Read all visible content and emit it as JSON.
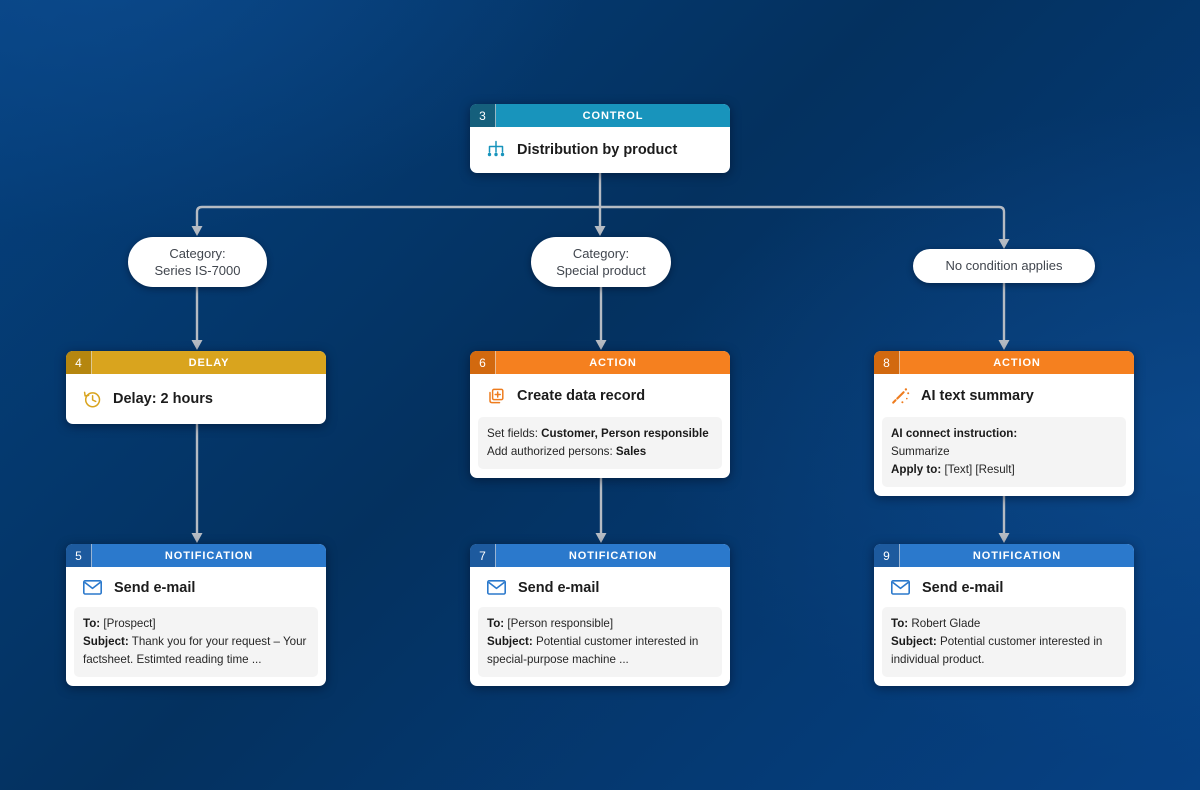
{
  "colors": {
    "background": "#04315f",
    "connector": "#b5bbc3",
    "control_header": "#1894bc",
    "delay_header": "#d9a41e",
    "action_header": "#f5801f",
    "notification_header": "#2b79cc"
  },
  "nodes": {
    "control": {
      "number": "3",
      "type_label": "CONTROL",
      "title": "Distribution by product"
    },
    "delay": {
      "number": "4",
      "type_label": "DELAY",
      "title": "Delay: 2 hours"
    },
    "create_record": {
      "number": "6",
      "type_label": "ACTION",
      "title": "Create data record",
      "detail_lines": [
        {
          "plain": "Set fields: ",
          "bold": "Customer, Person responsible"
        },
        {
          "plain": "Add authorized persons: ",
          "bold": "Sales"
        }
      ]
    },
    "ai_summary": {
      "number": "8",
      "type_label": "ACTION",
      "title": "AI text summary",
      "detail_lines": [
        {
          "bold": "AI connect instruction:"
        },
        {
          "plain": "Summarize"
        },
        {
          "bold": "Apply to:",
          "plain_after": " [Text] [Result]"
        }
      ]
    },
    "email_prospect": {
      "number": "5",
      "type_label": "NOTIFICATION",
      "title": "Send e-mail",
      "to_label": "To:",
      "to_value": " [Prospect]",
      "subject_label": "Subject:",
      "subject_value": " Thank you for your request – Your factsheet. Estimted reading time ..."
    },
    "email_responsible": {
      "number": "7",
      "type_label": "NOTIFICATION",
      "title": "Send e-mail",
      "to_label": "To:",
      "to_value": " [Person responsible]",
      "subject_label": "Subject:",
      "subject_value": " Potential customer interested in special-purpose machine ..."
    },
    "email_robert": {
      "number": "9",
      "type_label": "NOTIFICATION",
      "title": "Send e-mail",
      "to_label": "To:",
      "to_value": " Robert Glade",
      "subject_label": "Subject:",
      "subject_value": " Potential customer interested in individual product."
    }
  },
  "conditions": {
    "series": {
      "line1": "Category:",
      "line2": "Series IS-7000"
    },
    "special": {
      "line1": "Category:",
      "line2": "Special product"
    },
    "none": {
      "line1": "No condition applies"
    }
  }
}
